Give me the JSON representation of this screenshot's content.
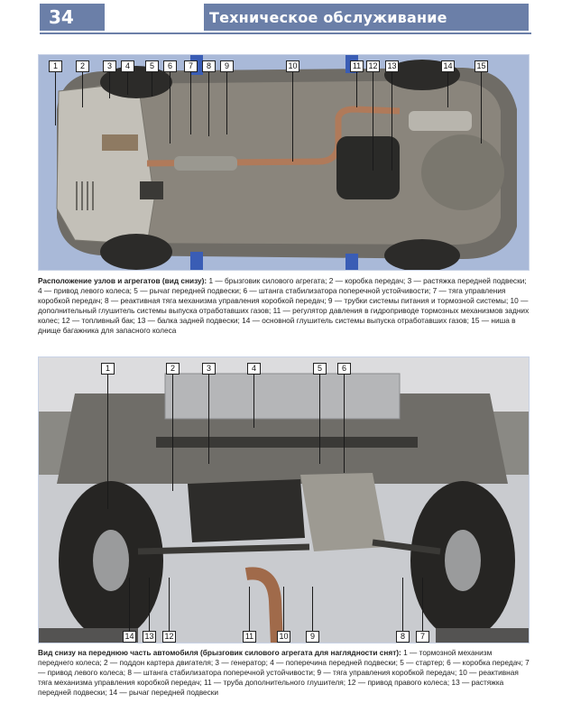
{
  "header": {
    "page_number": "34",
    "title": "Техническое обслуживание"
  },
  "figure1": {
    "callouts": [
      "1",
      "2",
      "3",
      "4",
      "5",
      "6",
      "7",
      "8",
      "9",
      "10",
      "11",
      "12",
      "13",
      "14",
      "15"
    ],
    "caption_title": "Расположение узлов и агрегатов (вид снизу):",
    "caption_text": "1 — брызговик силового агрегата; 2 — коробка передач; 3 — растяжка передней подвески; 4 — привод левого колеса; 5 — рычаг передней подвески; 6 — штанга стабилизатора поперечной устойчивости; 7 — тяга управления коробкой передач; 8 — реактивная тяга механизма управления коробкой передач; 9 — трубки системы питания и тормозной системы; 10 — дополнительный глушитель системы выпуска отработавших газов; 11 — регулятор давления в гидроприводе тормозных механизмов задних колес; 12 — топливный бак; 13 — балка задней подвески; 14 — основной глушитель системы выпуска отработавших газов; 15 — ниша в днище багажника для запасного колеса"
  },
  "figure2": {
    "callouts": [
      "1",
      "2",
      "3",
      "4",
      "5",
      "6",
      "7",
      "8",
      "9",
      "10",
      "11",
      "12",
      "13",
      "14"
    ],
    "caption_title": "Вид снизу на переднюю часть автомобиля (брызговик силового агрегата для наглядности снят):",
    "caption_text": "1 — тормозной механизм переднего колеса; 2 — поддон картера двигателя; 3 — генератор; 4 — поперечина передней подвески; 5 — стартер; 6 — коробка передач; 7 — привод левого колеса; 8 — штанга стабилизатора поперечной устойчивости; 9 — тяга управления коробкой передач; 10 — реактивная тяга механизма управления коробкой передач; 11 — труба дополнительного глушителя; 12 — привод правого колеса; 13 — растяжка передней подвески; 14 — рычаг передней подвески"
  },
  "colors": {
    "header_band": "#6b7fa8",
    "photo1_bg": "#a9b9d8",
    "photo2_bg": "#c9cbcf"
  }
}
